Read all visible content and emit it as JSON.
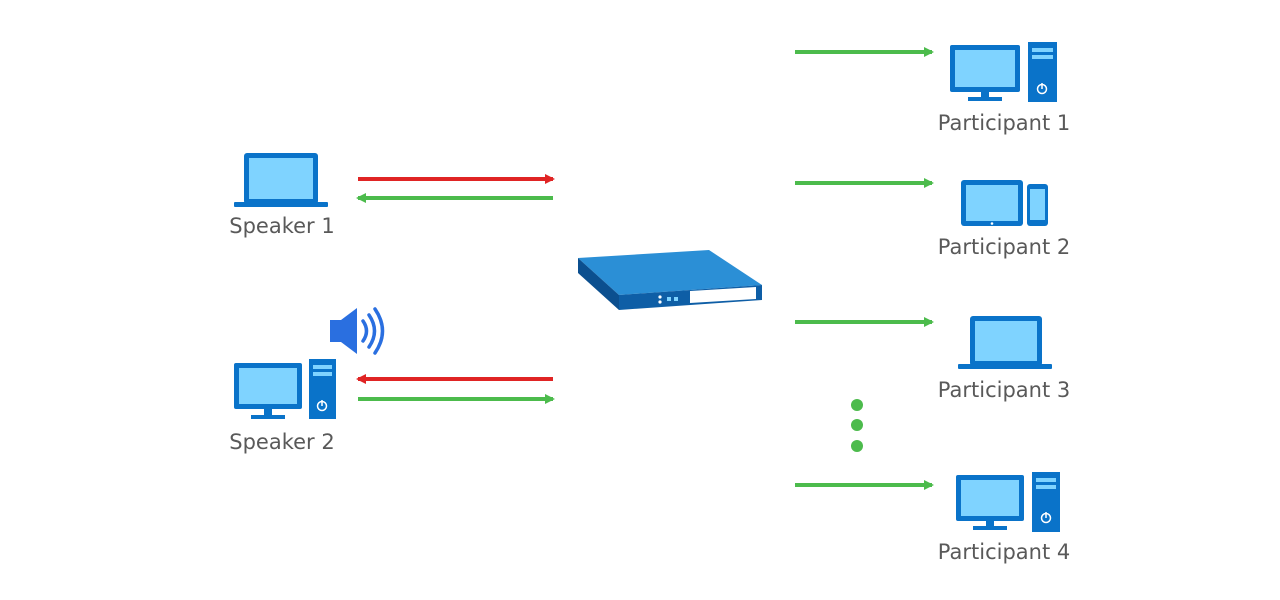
{
  "speakers": [
    {
      "label": "Speaker 1",
      "device": "laptop-icon"
    },
    {
      "label": "Speaker 2",
      "device": "desktop-icon",
      "indicator": "speaker-volume-icon"
    }
  ],
  "server": {
    "device": "rack-server-icon"
  },
  "participants": [
    {
      "label": "Participant 1",
      "device": "desktop-icon"
    },
    {
      "label": "Participant 2",
      "device": "tablet-phone-icon"
    },
    {
      "label": "Participant 3",
      "device": "laptop-icon"
    },
    {
      "label": "Participant 4",
      "device": "desktop-icon"
    }
  ],
  "more_indicator": "ellipsis-vertical-icon",
  "colors": {
    "device_fill": "#0a73c9",
    "screen_fill": "#7fd3ff",
    "upstream_arrow": "#e02424",
    "downstream_arrow": "#4cbb4c",
    "speaker_icon": "#2a6fe0",
    "server_top": "#2b8fd6",
    "server_front": "#0e5ea6",
    "label_text": "#595959"
  }
}
